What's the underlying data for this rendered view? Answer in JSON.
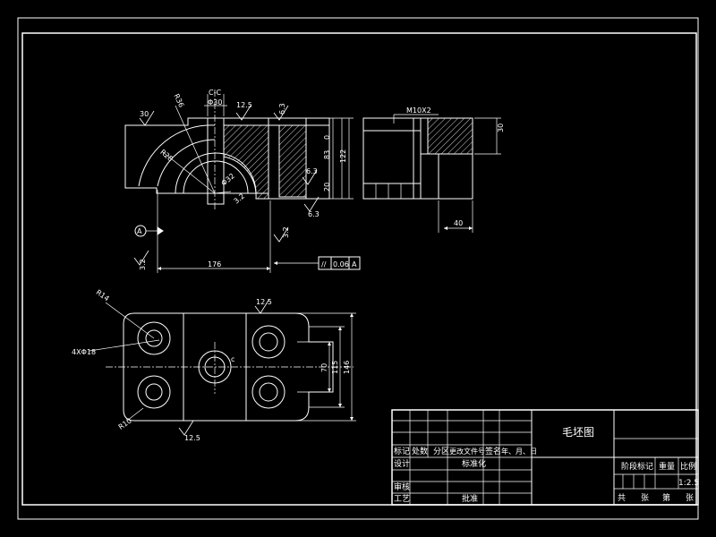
{
  "drawing": {
    "colors": {
      "background": "#000000",
      "line": "#ffffff",
      "center_line": "#ffffff"
    },
    "front_view": {
      "labels": {
        "angle_top": "30",
        "dia_outer": "R36",
        "dia_mid": "R28",
        "dia_inner": "Φ32",
        "cc": "C-C",
        "phi30": "Φ30",
        "rough_a": "12.5",
        "rough_b": "6.3",
        "rough_c": "6.3",
        "rough_d": "6.3",
        "rough_e": "3.2",
        "dim_83": "83",
        "dim_122": "122",
        "dim_0": "0",
        "dim_20": "20",
        "datum": "A",
        "dim_176": "176",
        "tol_sym": "//",
        "tol_val": "0.06",
        "tol_ref": "A",
        "left_note": "3.2",
        "right_note": "3.2"
      }
    },
    "side_view": {
      "labels": {
        "thread": "M10X2",
        "dim_30": "30",
        "dim_40": "40"
      }
    },
    "top_view": {
      "labels": {
        "r_corner": "R14",
        "holes": "4XΦ18",
        "rough_top": "12.5",
        "rough_bottom": "12.5",
        "r_bottom": "R10",
        "center": "c",
        "dim_70": "70",
        "dim_115": "115",
        "dim_146": "146"
      }
    },
    "title_block": {
      "title": "毛坯图",
      "h_mark": "标记",
      "h_count": "处数",
      "h_zone": "分区",
      "h_docno": "更改文件号",
      "h_sign": "签名",
      "h_date": "年、月、日",
      "design": "设计",
      "standard": "标准化",
      "review": "审核",
      "process": "工艺",
      "approve": "批准",
      "stage_mark": "阶段标记",
      "weight": "重量",
      "scale_label": "比例",
      "scale_value": "1:2.5",
      "sheets_total": "共",
      "sheets_unit": "张",
      "sheet_no": "第",
      "sheet_unit": "张"
    }
  }
}
